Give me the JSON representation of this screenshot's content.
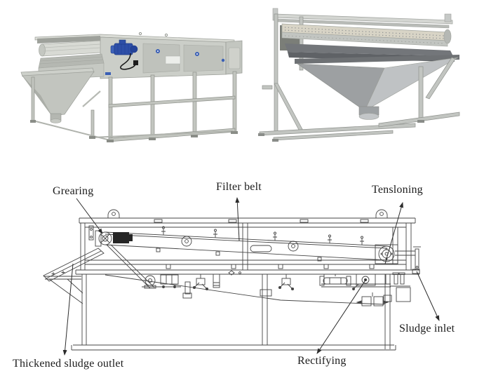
{
  "page": {
    "background": "#ffffff"
  },
  "photos": {
    "left": {
      "description": "Gravity belt thickener, three-quarter photo view with blue drive motor"
    },
    "right": {
      "description": "Gravity belt thickener, end photo view with pyramid discharge hopper"
    }
  },
  "diagram": {
    "description": "Side elevation line drawing of the belt thickener",
    "labels": {
      "grearing": "Grearing",
      "filter_belt": "Filter belt",
      "tensioning": "Tensloning",
      "sludge_inlet": "Sludge inlet",
      "rectifying": "Rectifying",
      "thickened_sludge_outlet": "Thickened sludge outlet"
    }
  },
  "colors": {
    "line": "#454545",
    "leader": "#2c2c2c",
    "label_text": "#1c1c1c",
    "machine_light_gray": "#cfd1cb",
    "machine_mid_gray": "#b5b8b2",
    "machine_dark_gray": "#73767a",
    "motor_blue": "#2e4fa7",
    "background": "#ffffff"
  }
}
